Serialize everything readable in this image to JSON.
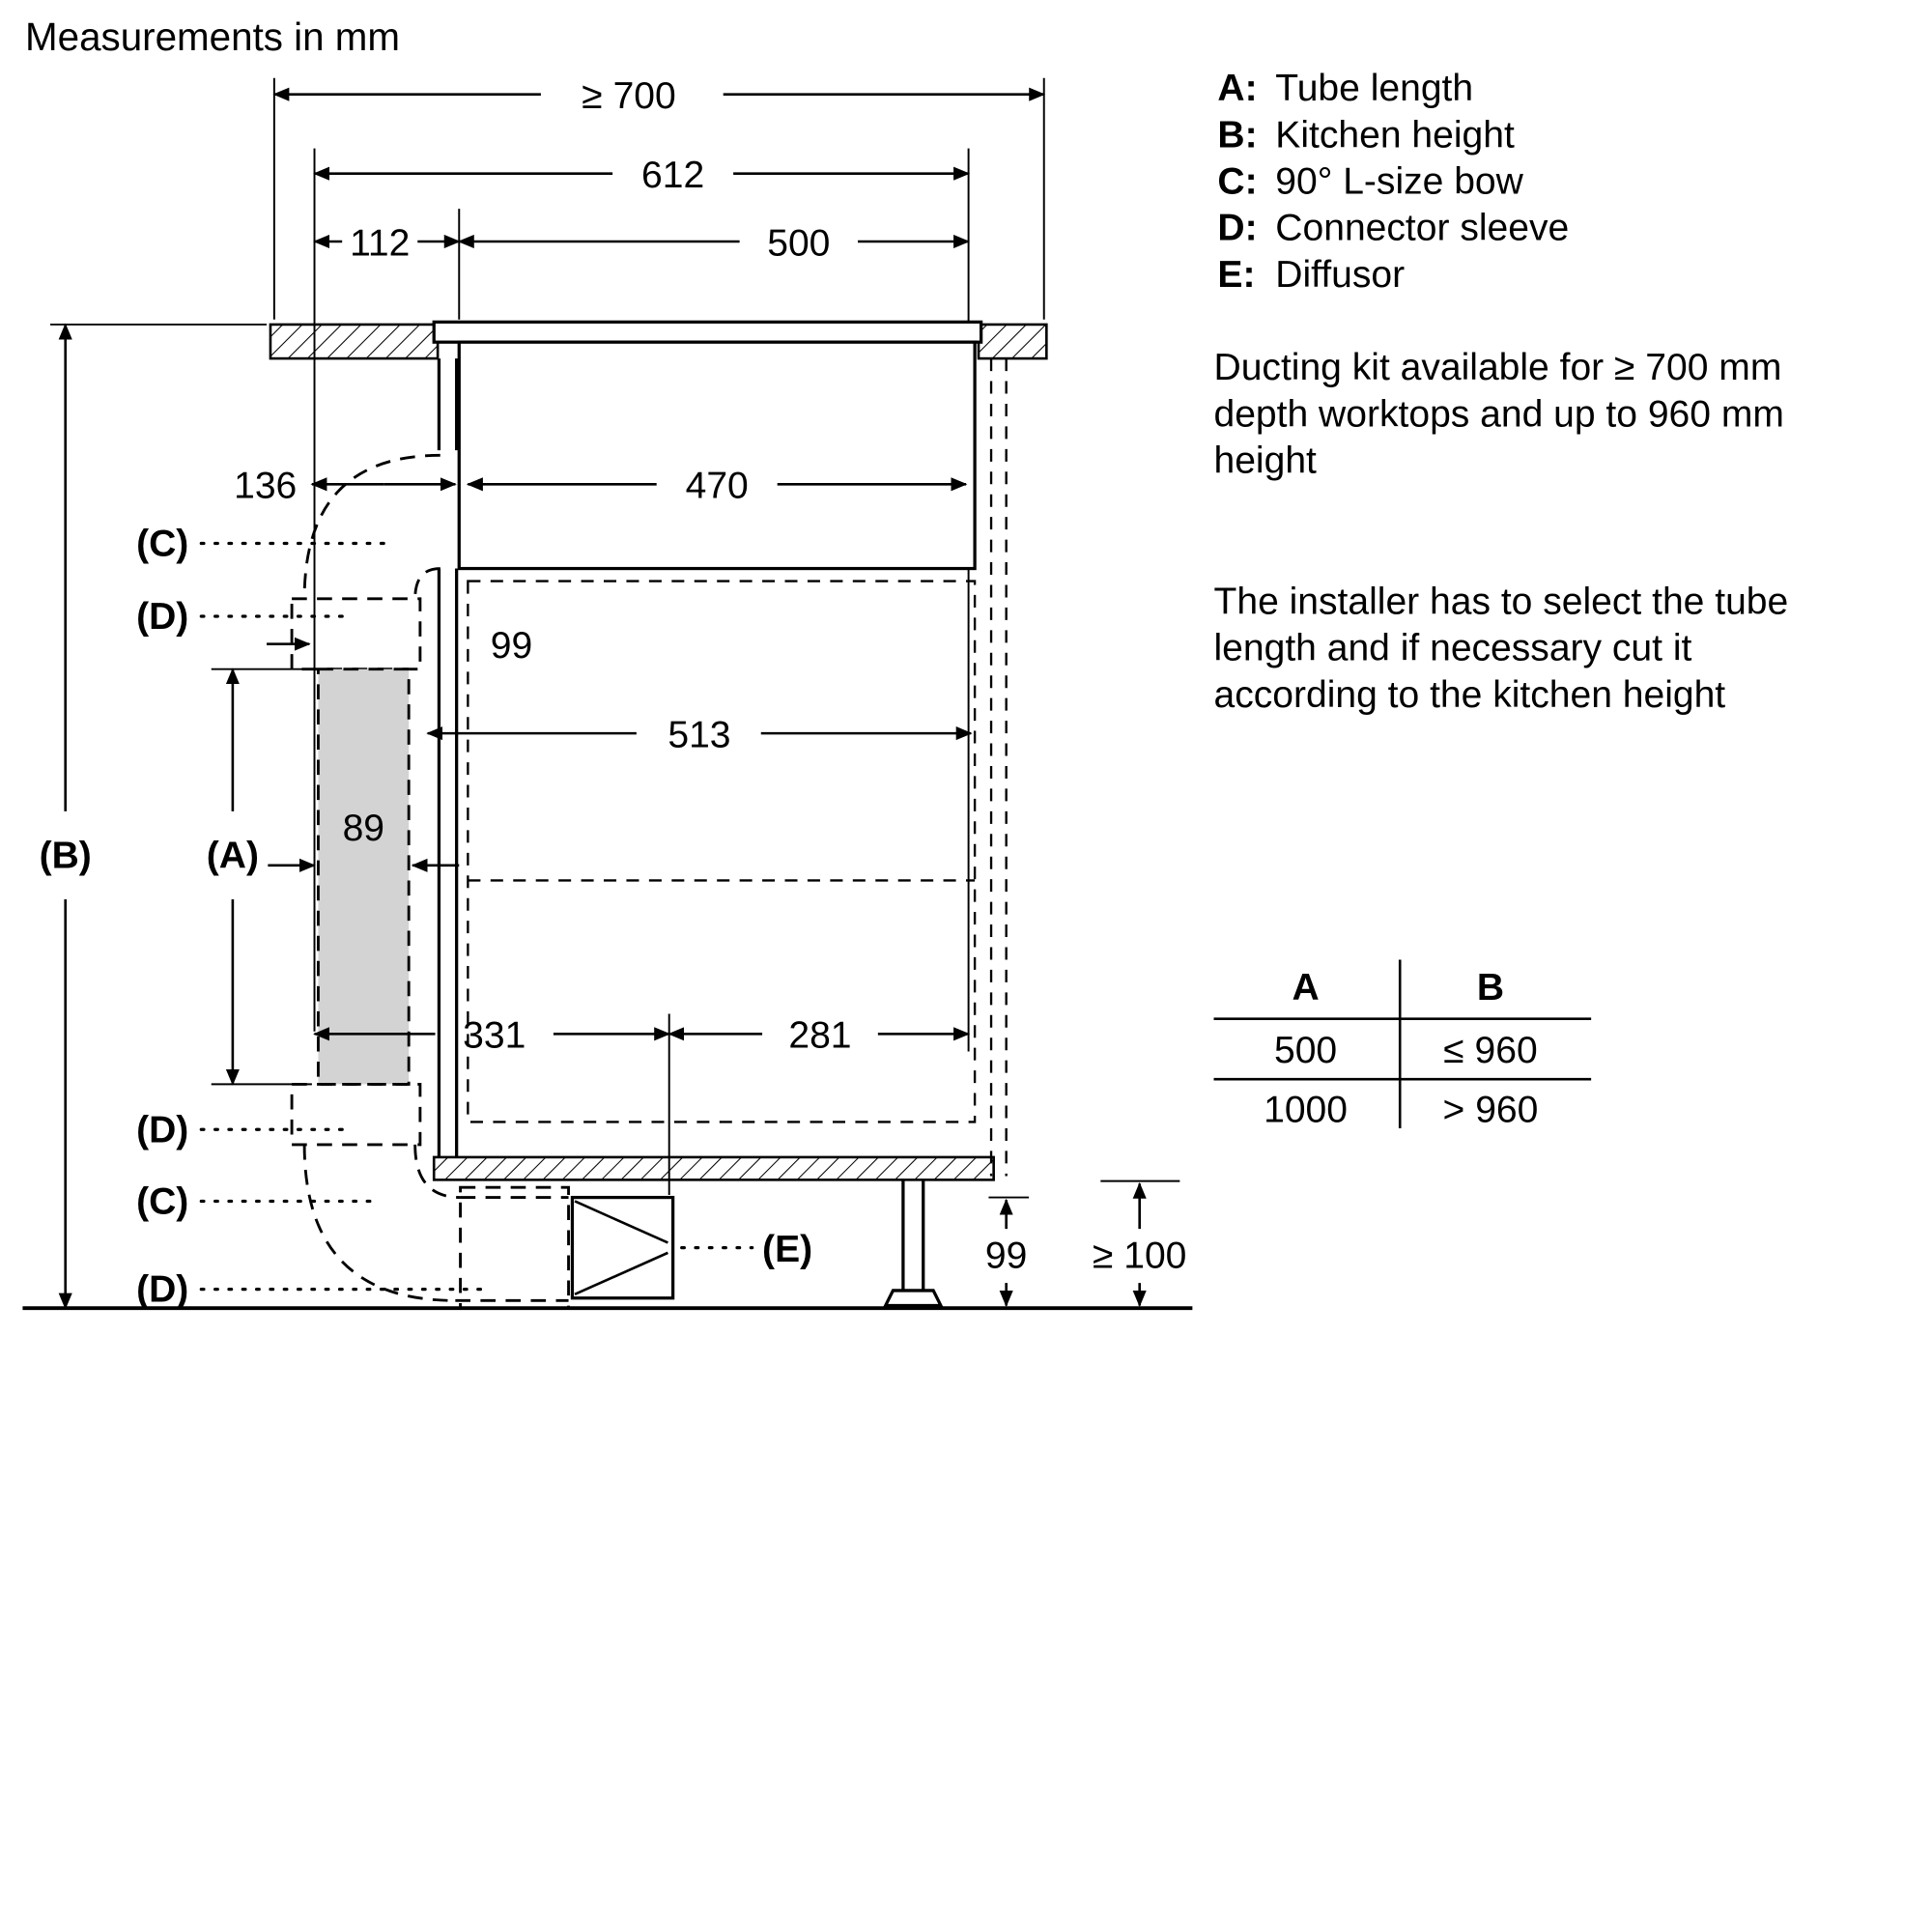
{
  "title": "Measurements in mm",
  "legend": [
    {
      "key": "A:",
      "label": "Tube length"
    },
    {
      "key": "B:",
      "label": "Kitchen height"
    },
    {
      "key": "C:",
      "label": "90° L-size bow"
    },
    {
      "key": "D:",
      "label": "Connector sleeve"
    },
    {
      "key": "E:",
      "label": "Diffusor"
    }
  ],
  "notes": {
    "note1_lines": [
      "Ducting kit available for ≥ 700 mm",
      "depth worktops and up to 960 mm",
      "height"
    ],
    "note2_lines": [
      "The installer has to select the tube",
      "length and if necessary cut it",
      "according to the kitchen height"
    ]
  },
  "table": {
    "col_a_header": "A",
    "col_b_header": "B",
    "rows": [
      {
        "a": "500",
        "b": "≤ 960"
      },
      {
        "a": "1000",
        "b": "> 960"
      }
    ]
  },
  "dims": {
    "worktop_depth": "≥ 700",
    "hob_width": "612",
    "left_offset": "112",
    "cutout_width": "500",
    "unit_width": "470",
    "left_clearance": "136",
    "duct_offset": "99",
    "inner_width": "513",
    "tube_width": "89",
    "span_left": "331",
    "span_right": "281",
    "plinth_duct_height": "99",
    "floor_clearance": "≥ 100"
  },
  "part_labels": {
    "a": "(A)",
    "b": "(B)",
    "c": "(C)",
    "d": "(D)",
    "e": "(E)"
  }
}
